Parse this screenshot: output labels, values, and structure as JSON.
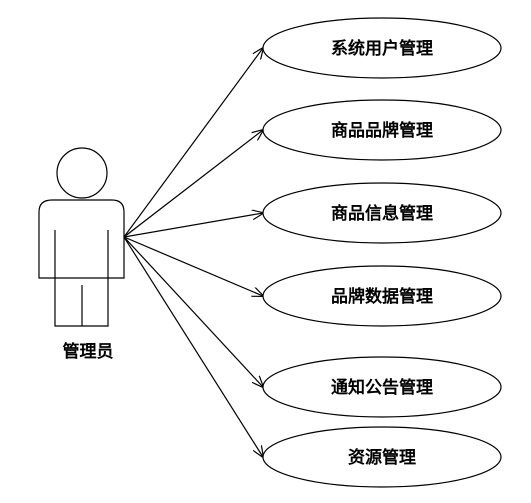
{
  "actor": {
    "name": "管理员"
  },
  "use_cases": [
    {
      "label": "系统用户管理"
    },
    {
      "label": "商品品牌管理"
    },
    {
      "label": "商品信息管理"
    },
    {
      "label": "品牌数据管理"
    },
    {
      "label": "通知公告管理"
    },
    {
      "label": "资源管理"
    }
  ],
  "colors": {
    "line": "#000000",
    "background": "#ffffff"
  }
}
